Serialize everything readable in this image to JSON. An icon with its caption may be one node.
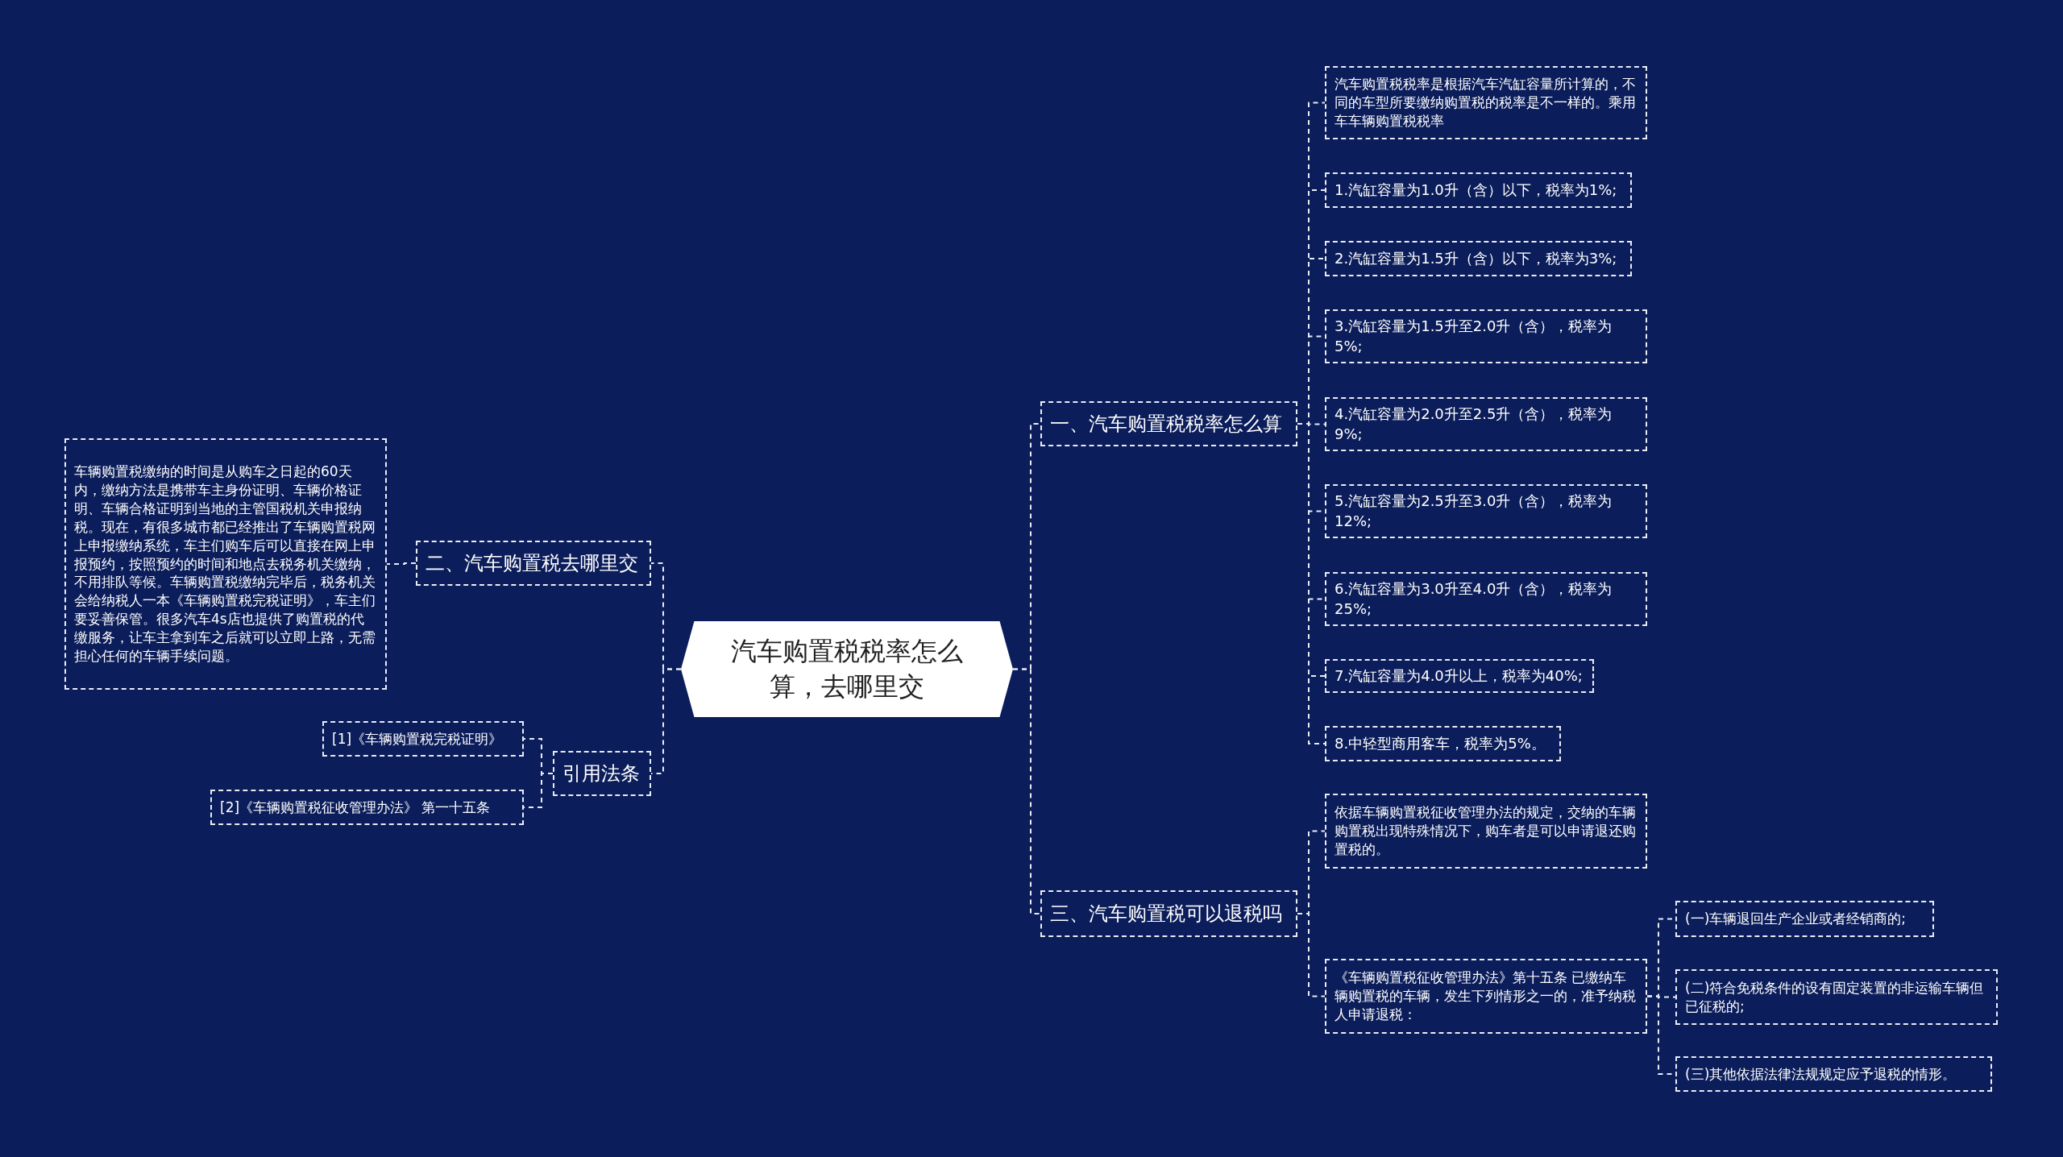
{
  "diagram": {
    "nodes": [
      {
        "text": [
          "汽车购置税税率怎么算，去哪里交"
        ]
      },
      {
        "text": [
          "一、汽车购置税税率怎么算"
        ]
      },
      {
        "text": [
          "汽车购置税税率是根据汽车汽缸容量所计算的，不同的车型所要缴纳购置税的税率是不一样的。乘用车车辆购置税税率"
        ]
      },
      {
        "text": [
          "1.汽缸容量为1.0升（含）以下，税率为1%;"
        ]
      },
      {
        "text": [
          "2.汽缸容量为1.5升（含）以下，税率为3%;"
        ]
      },
      {
        "text": [
          "3.汽缸容量为1.5升至2.0升（含），税率为5%;"
        ]
      },
      {
        "text": [
          "4.汽缸容量为2.0升至2.5升（含），税率为9%;"
        ]
      },
      {
        "text": [
          "5.汽缸容量为2.5升至3.0升（含），税率为12%;"
        ]
      },
      {
        "text": [
          "6.汽缸容量为3.0升至4.0升（含），税率为25%;"
        ]
      },
      {
        "text": [
          "7.汽缸容量为4.0升以上，税率为40%;"
        ]
      },
      {
        "text": [
          "8.中轻型商用客车，税率为5%。"
        ]
      },
      {
        "text": [
          "三、汽车购置税可以退税吗"
        ]
      },
      {
        "text": [
          "依据车辆购置税征收管理办法的规定，交纳的车辆购置税出现特殊情况下，购车者是可以申请退还购置税的。"
        ]
      },
      {
        "text": [
          "《车辆购置税征收管理办法》第十五条 已缴纳车辆购置税的车辆，发生下列情形之一的，准予纳税人申请退税："
        ]
      },
      {
        "text": [
          "(一)车辆退回生产企业或者经销商的;"
        ]
      },
      {
        "text": [
          "(二)符合免税条件的设有固定装置的非运输车辆但已征税的;"
        ]
      },
      {
        "text": [
          "(三)其他依据法律法规规定应予退税的情形。"
        ]
      },
      {
        "text": [
          "二、汽车购置税去哪里交"
        ]
      },
      {
        "text": [
          "车辆购置税缴纳的时间是从购车之日起的60天内，缴纳方法是携带车主身份证明、车辆价格证明、车辆合格证明到当地的主管国税机关申报纳税。现在，有很多城市都已经推出了车辆购置税网上申报缴纳系统，车主们购车后可以直接在网上申报预约，按照预约的时间和地点去税务机关缴纳，不用排队等候。车辆购置税缴纳完毕后，税务机关会给纳税人一本《车辆购置税完税证明》，车主们要妥善保管。很多汽车4s店也提供了购置税的代缴服务，让车主拿到车之后就可以立即上路，无需担心任何的车辆手续问题。"
        ]
      },
      {
        "text": [
          "引用法条"
        ]
      },
      {
        "text": [
          "[1]《车辆购置税完税证明》"
        ]
      },
      {
        "text": [
          "[2]《车辆购置税征收管理办法》 第一十五条"
        ]
      }
    ],
    "edges": [
      {
        "from": 0,
        "to": 1,
        "arrow": "none"
      },
      {
        "from": 1,
        "to": 2,
        "arrow": "none"
      },
      {
        "from": 1,
        "to": 3,
        "arrow": "none"
      },
      {
        "from": 1,
        "to": 4,
        "arrow": "none"
      },
      {
        "from": 1,
        "to": 5,
        "arrow": "none"
      },
      {
        "from": 1,
        "to": 6,
        "arrow": "none"
      },
      {
        "from": 1,
        "to": 7,
        "arrow": "none"
      },
      {
        "from": 1,
        "to": 8,
        "arrow": "none"
      },
      {
        "from": 1,
        "to": 9,
        "arrow": "none"
      },
      {
        "from": 1,
        "to": 10,
        "arrow": "none"
      },
      {
        "from": 0,
        "to": 11,
        "arrow": "none"
      },
      {
        "from": 11,
        "to": 12,
        "arrow": "none"
      },
      {
        "from": 11,
        "to": 13,
        "arrow": "none"
      },
      {
        "from": 13,
        "to": 14,
        "arrow": "none"
      },
      {
        "from": 13,
        "to": 15,
        "arrow": "none"
      },
      {
        "from": 13,
        "to": 16,
        "arrow": "none"
      },
      {
        "from": 0,
        "to": 17,
        "arrow": "none"
      },
      {
        "from": 17,
        "to": 18,
        "arrow": "none"
      },
      {
        "from": 0,
        "to": 19,
        "arrow": "none"
      },
      {
        "from": 19,
        "to": 20,
        "arrow": "none"
      },
      {
        "from": 19,
        "to": 21,
        "arrow": "none"
      }
    ]
  }
}
